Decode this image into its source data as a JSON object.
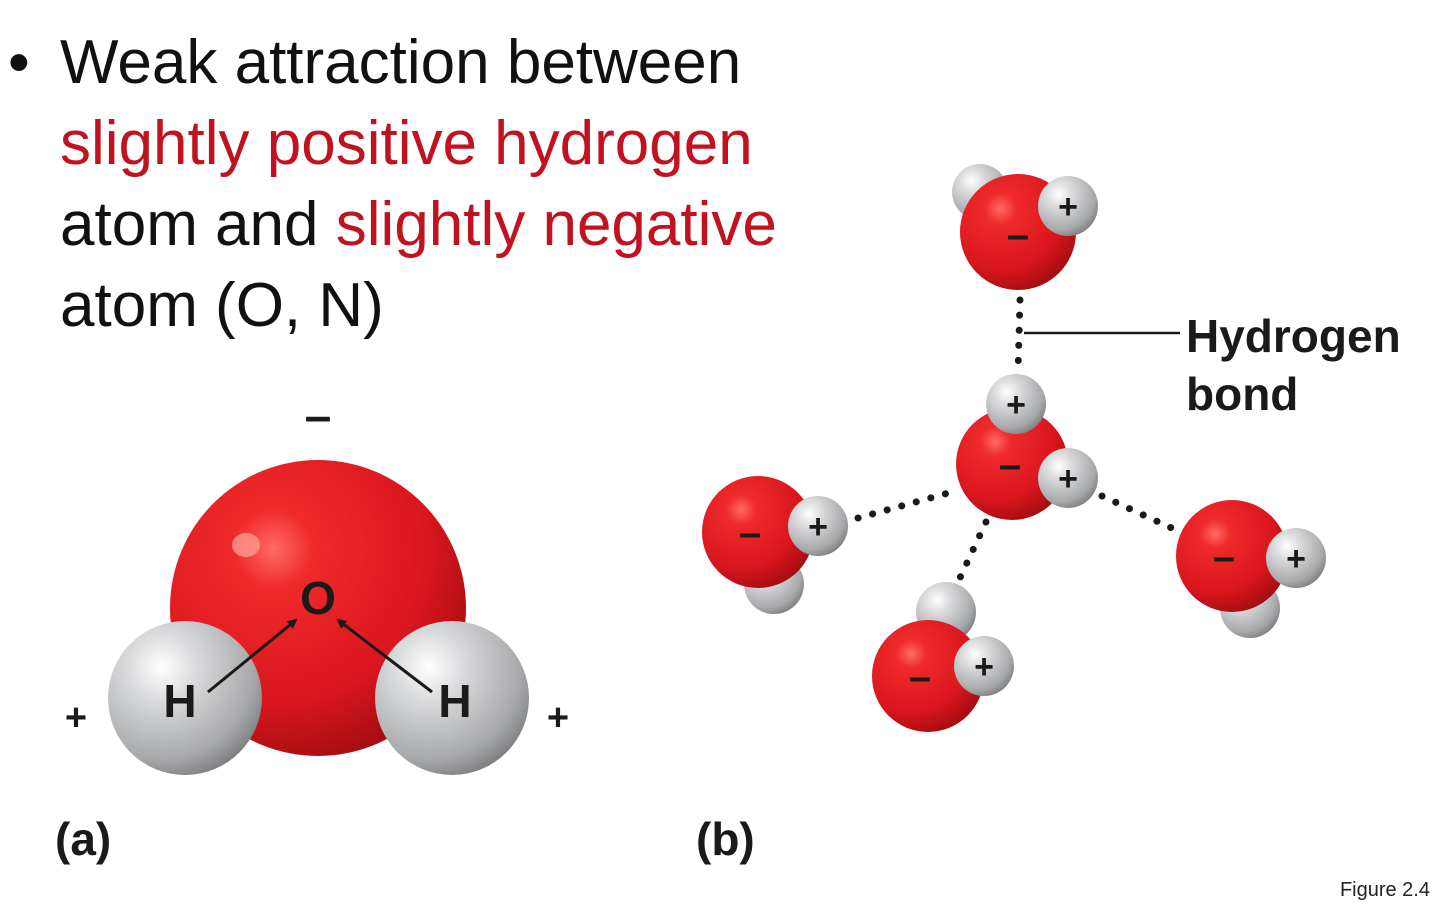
{
  "bullet": {
    "marker": "•",
    "parts": [
      {
        "text": "Weak attraction between",
        "highlight": false,
        "break_after": true
      },
      {
        "text": "slightly positive hydrogen",
        "highlight": true,
        "break_after": true
      },
      {
        "text": "atom and ",
        "highlight": false,
        "break_after": false
      },
      {
        "text": "slightly negative",
        "highlight": true,
        "break_after": true
      },
      {
        "text": "atom (O, N)",
        "highlight": false,
        "break_after": false
      }
    ]
  },
  "panel_a": {
    "label": "(a)",
    "oxygen_symbol": "O",
    "hydrogen_symbol": "H",
    "negative_charge": "–",
    "positive_charge": "+"
  },
  "panel_b": {
    "label": "(b)",
    "callout": [
      "Hydrogen",
      "bond"
    ],
    "negative_charge": "–",
    "positive_charge": "+"
  },
  "figure_label": "Figure 2.4",
  "colors": {
    "text": "#111111",
    "highlight": "#c1121f",
    "oxygen": "#e31b23",
    "hydrogen": "#c9cacc"
  }
}
